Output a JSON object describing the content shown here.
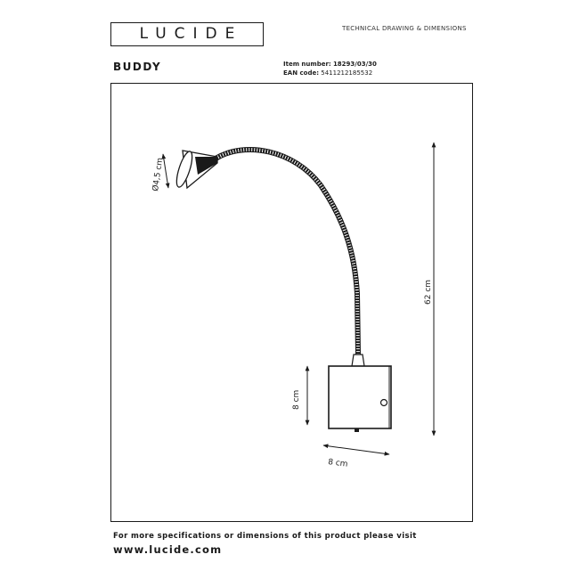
{
  "header": {
    "logo_text": "LUCIDE",
    "doc_type": "TECHNICAL DRAWING & DIMENSIONS"
  },
  "product": {
    "name": "BUDDY",
    "item_number_label": "Item number:",
    "item_number": "18293/03/30",
    "ean_label": "EAN code:",
    "ean": "5411212185532"
  },
  "dimensions": {
    "head_diameter": "Ø4,5 cm",
    "total_height": "62 cm",
    "box_height": "8 cm",
    "box_width": "8 cm"
  },
  "footer": {
    "text": "For more specifications or dimensions of this product please visit",
    "url": "www.lucide.com"
  }
}
